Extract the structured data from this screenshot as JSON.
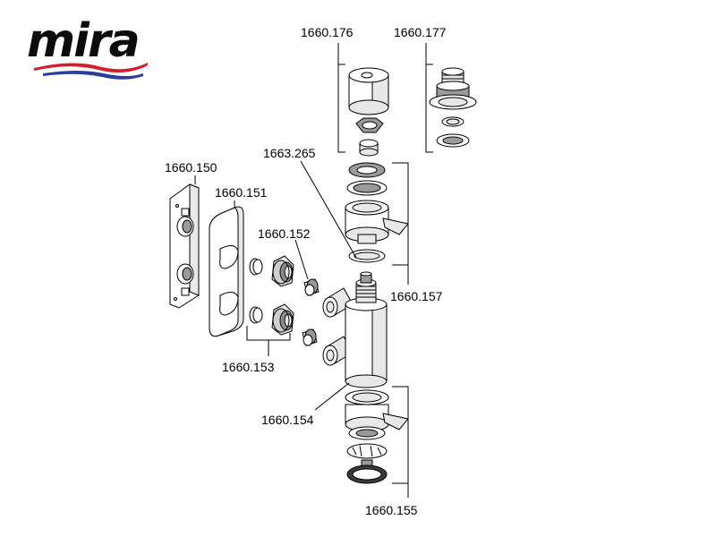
{
  "brand": {
    "logo_text": "mira",
    "logo_colors": {
      "wave_red": "#d21f2b",
      "wave_blue": "#2a3f9a",
      "text": "#0c0c0c"
    }
  },
  "labels": {
    "p176": "1660.176",
    "p177": "1660.177",
    "p265": "1663.265",
    "p150": "1660.150",
    "p151": "1660.151",
    "p152": "1660.152",
    "p157": "1660.157",
    "p153": "1660.153",
    "p154": "1660.154",
    "p155": "1660.155"
  }
}
